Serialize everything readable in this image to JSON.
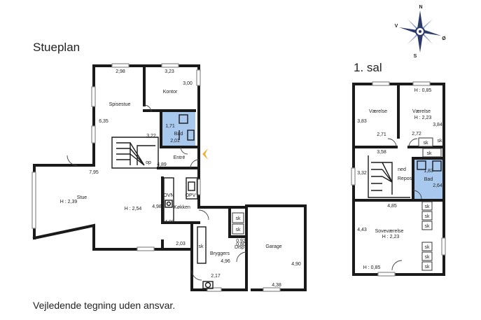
{
  "headings": {
    "ground_floor": "Stueplan",
    "first_floor": "1. sal",
    "disclaimer": "Vejledende tegning uden ansvar."
  },
  "compass": {
    "north": "N",
    "south": "S",
    "west": "V",
    "east": "Ø"
  },
  "ground": {
    "rooms": {
      "spisestue": "Spisestue",
      "kontor": "Kontor",
      "bad": "Bad",
      "entre": "Entré",
      "stue": "Stue",
      "kokken": "Køkken",
      "bryggers": "Bryggers",
      "garage": "Garage",
      "ovn": "OVN",
      "opv": "OPV",
      "op": "op",
      "disp": "Disp"
    },
    "dims": {
      "d298": "2,98",
      "d323": "3,23",
      "d300": "3,00",
      "d635": "6,35",
      "d171": "1,71",
      "d201": "2,01",
      "d322": "3,22",
      "d795": "7,95",
      "d489": "4,89",
      "h239": "H : 2,39",
      "h254": "H : 2,54",
      "d498a": "4,98",
      "d498b": "4,98",
      "d203": "2,03",
      "d496": "4,96",
      "d092": "0,92",
      "d080": "0,80",
      "d217": "2,17",
      "d490": "4,90",
      "d438": "4,38"
    },
    "sk": [
      "sk",
      "sk",
      "sk"
    ]
  },
  "first": {
    "rooms": {
      "vaerelse1": "Værelse",
      "vaerelse2": "Værelse",
      "bad": "Bad",
      "repos": "Repos",
      "ned": "ned",
      "sove": "Soveværelse"
    },
    "dims": {
      "h085a": "H : 0,85",
      "h223a": "H : 2,23",
      "d383": "3,83",
      "d384": "3,84",
      "d271": "2,71",
      "d272": "2,72",
      "d358": "3,58",
      "d332": "3,32",
      "d183": "1,83",
      "d264": "2,64",
      "d485": "4,85",
      "d443": "4,43",
      "h223b": "H : 2,23",
      "h085b": "H : 0,85"
    },
    "sk": [
      "sk",
      "sk",
      "sk",
      "sk",
      "sk",
      "sk",
      "sk",
      "sk",
      "sk"
    ]
  },
  "colors": {
    "wet_room": "#a9c8ee",
    "walls": "#1a1a1a",
    "entry_arrow": "#f0b030"
  }
}
